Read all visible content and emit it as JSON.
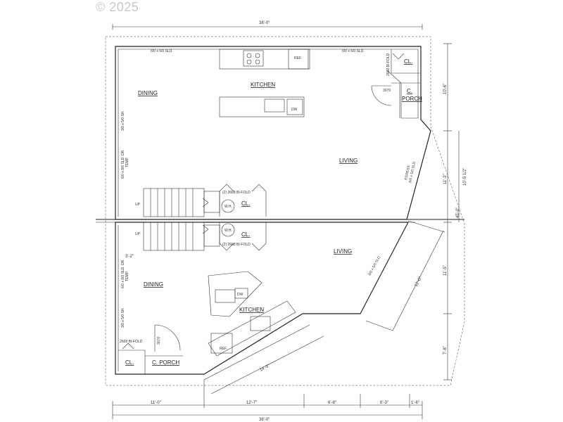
{
  "copyright": "© 2025",
  "upper": {
    "rooms": {
      "kitchen": "KITCHEN",
      "dining": "DINING",
      "living": "LIVING",
      "cl": "CL.",
      "c_porch_1": "C.",
      "c_porch_2": "PORCH",
      "cl_stair": "CL."
    },
    "notes": {
      "window_top_left": "6/0 x 5/0 SLD.",
      "window_top_right": "6/0 x 5/0 SLD.",
      "ref": "REF.",
      "bifold_top": "2668 BI-FOLD",
      "door_3070": "3070",
      "dw": "DW",
      "window_left_sh": "3/0 x 5/0 SH.",
      "window_left_sld": "6/0 x 8/0 SLD. DR.",
      "temp": "TEMP.",
      "egress": "EGRESS",
      "window_right_sld": "6/0 x 5/0 SLD.",
      "up": "UP",
      "bifold_stair": "(2) 2668 BI-FOLD",
      "wh": "W.H."
    }
  },
  "lower": {
    "rooms": {
      "kitchen": "KITCHEN",
      "dining": "DINING",
      "living": "LIVING",
      "cl": "CL.",
      "c_porch": "C. PORCH",
      "cl_stair": "CL."
    },
    "notes": {
      "up": "UP",
      "wh": "W.H.",
      "bifold_stair": "(2) 2668 BI-FOLD",
      "dim_3_2": "3'-2\"",
      "window_left_sld": "6/0 x 8/0 SLD. DR.",
      "temp": "TEMP.",
      "window_left_sh": "3/0 x 5/0 SH.",
      "bifold": "2668 BI-FOLD",
      "door_3070": "3070",
      "ref": "REF.",
      "dw": "DW",
      "window_diag": "8/0 x 5/0 SLD."
    }
  },
  "dimensions": {
    "top_overall": "38'-0\"",
    "bottom_overall": "38'-0\"",
    "bottom_segments": [
      "11'-0\"",
      "12'-7\"",
      "6'-8\"",
      "6'-3\"",
      "1'-6\""
    ],
    "right_segments": [
      "10'-6\"",
      "11'-2\"",
      "11'-5\"",
      "7'-8\""
    ],
    "right_outer": "10'-5 1/2\"",
    "angle": "45'-0\"",
    "diag_right": "12'-0\"",
    "diag_bottom": "14'-9\""
  }
}
